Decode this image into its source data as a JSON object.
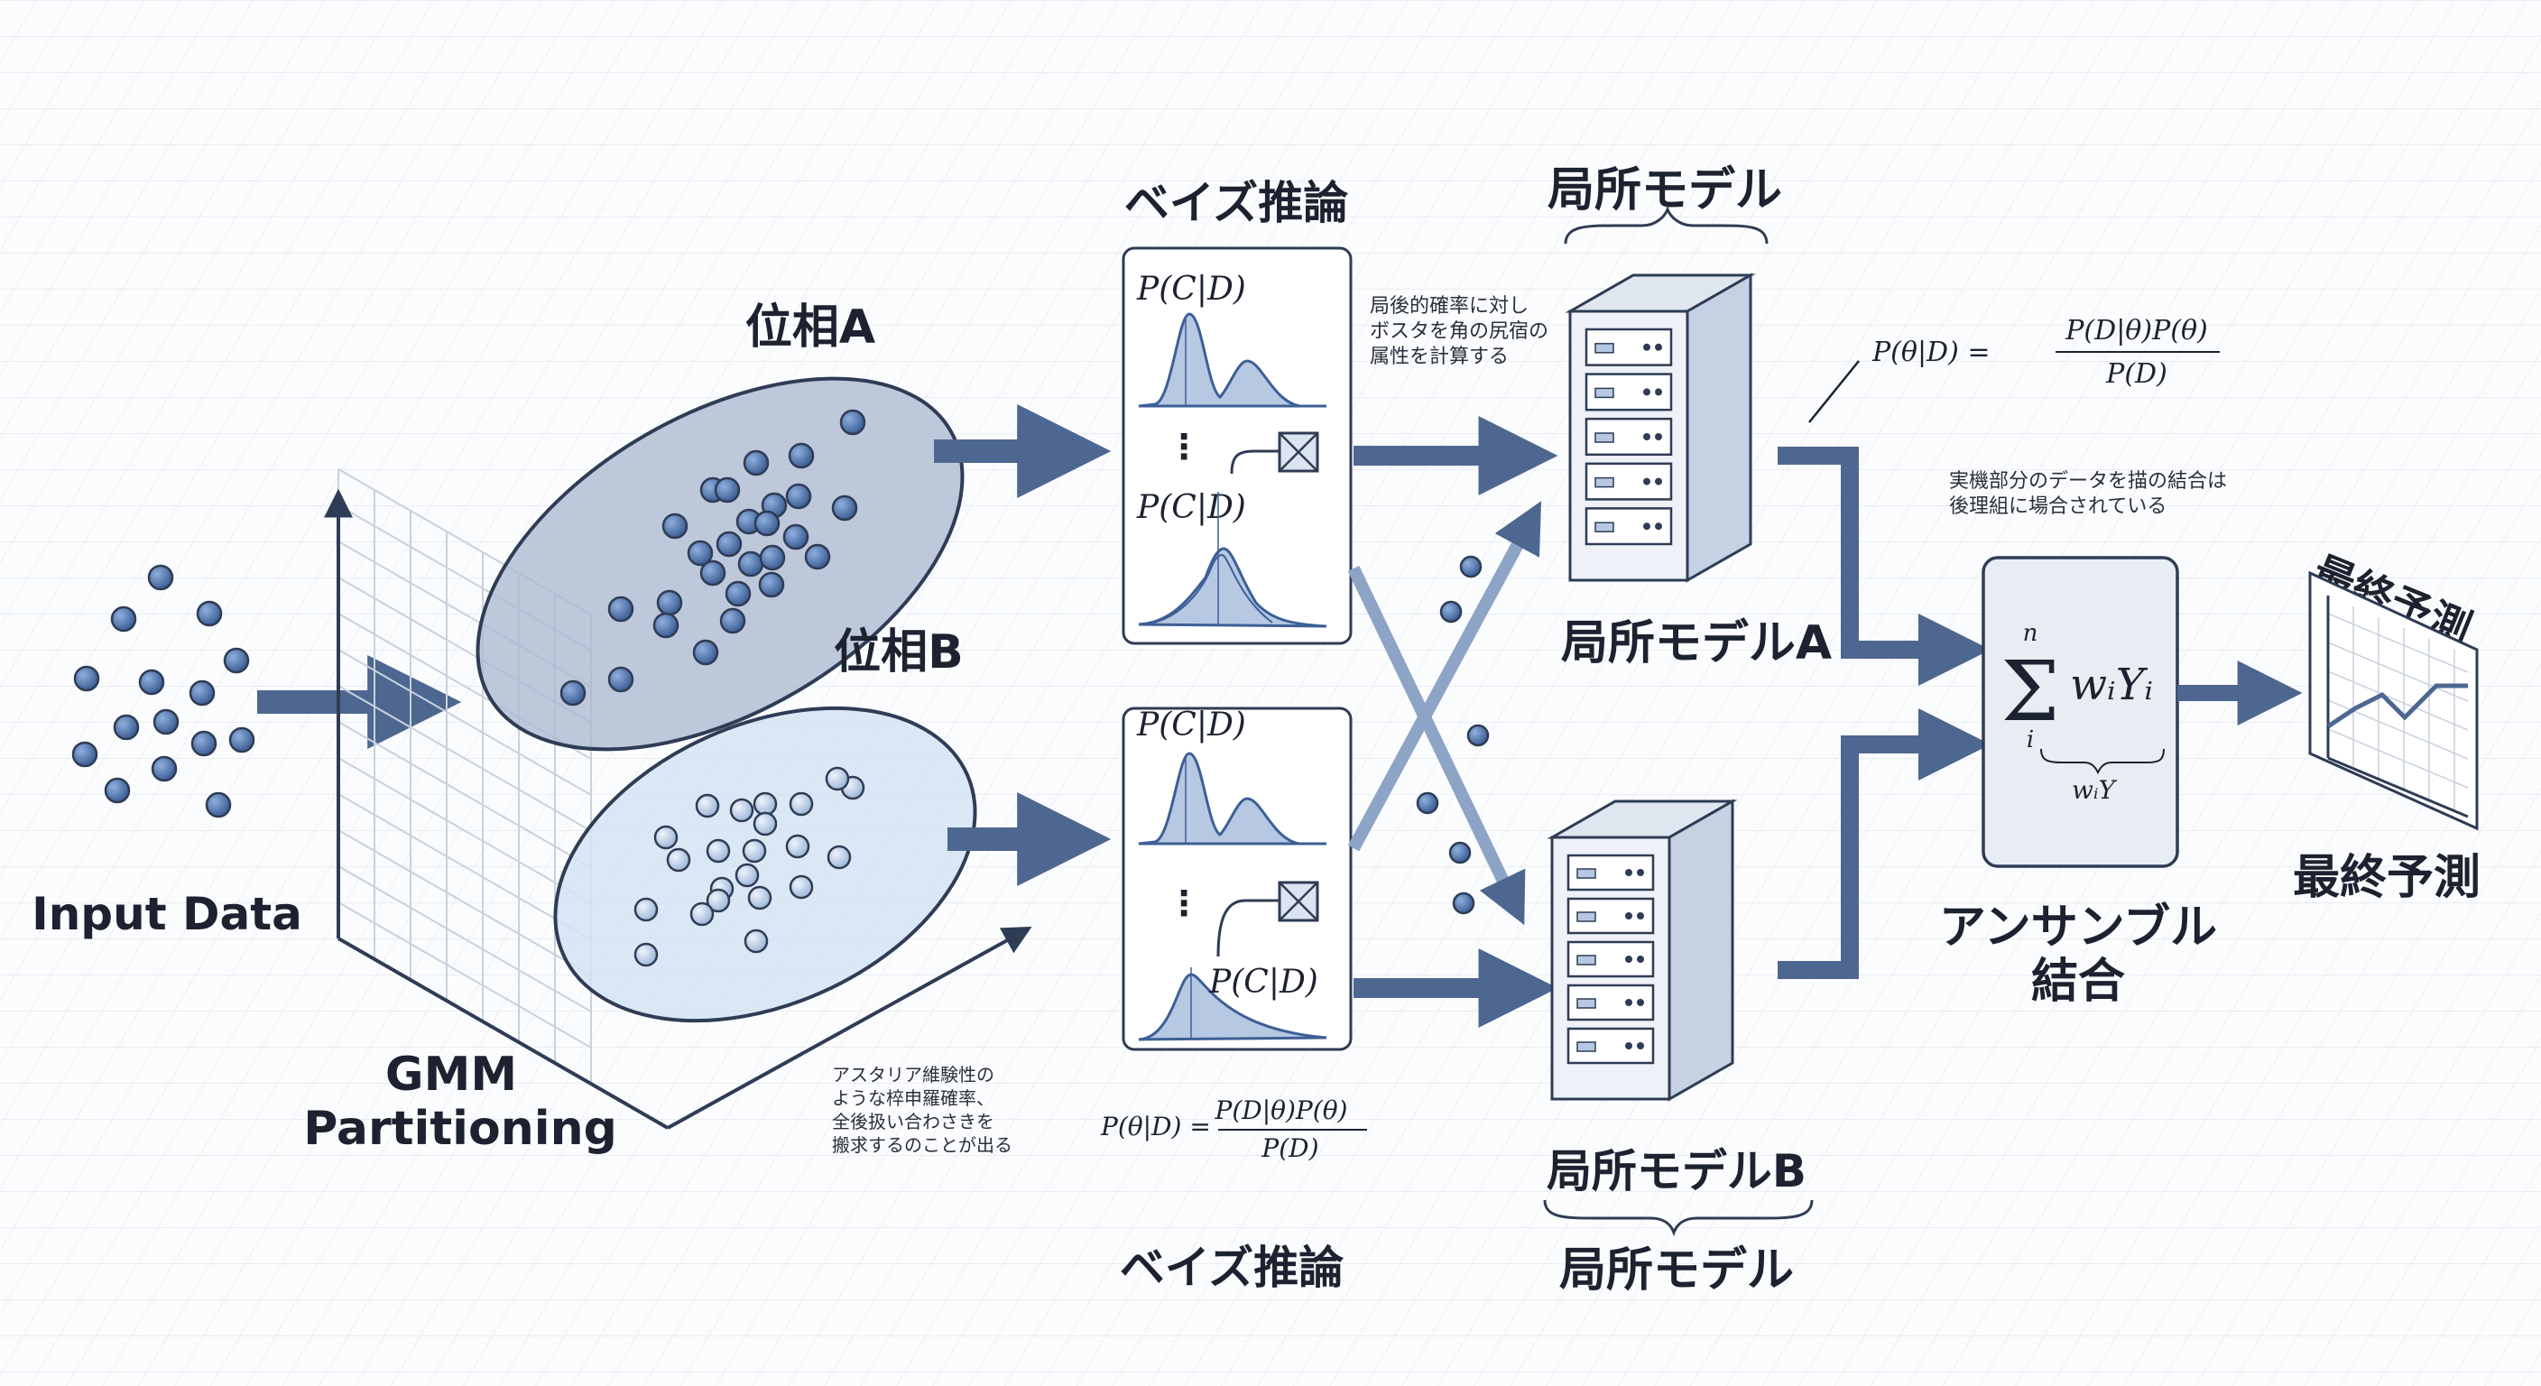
{
  "input": {
    "label": "Input Data"
  },
  "gmm": {
    "line1": "GMM",
    "line2": "Partitioning"
  },
  "phase_a": {
    "label": "位相A"
  },
  "phase_b": {
    "label": "位相B"
  },
  "bayes": {
    "top_title": "ベイズ推論",
    "bottom_title": "ベイズ推論",
    "posterior": "P(C|D)",
    "ellipsis": "⋮"
  },
  "notes": {
    "bayes_note": [
      "局後的確率に対し",
      "ボスタを角の尻宿の",
      "属性を計算する"
    ],
    "gmm_note": [
      "アスタリア維験性の",
      "ような椊申羅確率、",
      "全後扱い合わさきを",
      "搬求するのことが出る"
    ],
    "ensemble_note": [
      "実機部分のデータを描の結合は",
      "後理組に場合されている"
    ]
  },
  "bayes_formula": {
    "lhs": "P(θ|D) =",
    "numerator": "P(D|θ)P(θ)",
    "denominator": "P(D)"
  },
  "local_models": {
    "top_title": "局所モデル",
    "model_a": "局所モデルA",
    "model_b": "局所モデルB",
    "bottom_title": "局所モデル"
  },
  "ensemble": {
    "line1": "アンサンブル",
    "line2": "結合",
    "sum_top": "n",
    "sum_bottom": "i",
    "term": "wᵢYᵢ",
    "brace_label": "wᵢY"
  },
  "final": {
    "label_top": "最終予測",
    "label_bottom": "最終予測"
  },
  "colors": {
    "accent": "#4d6791",
    "dot": "#4a6fa8",
    "dot_light": "#b9cde6",
    "dark": "#2f3c55"
  },
  "icons": [
    "server-icon",
    "chart-icon",
    "decision-box-icon",
    "arrow-icon"
  ]
}
